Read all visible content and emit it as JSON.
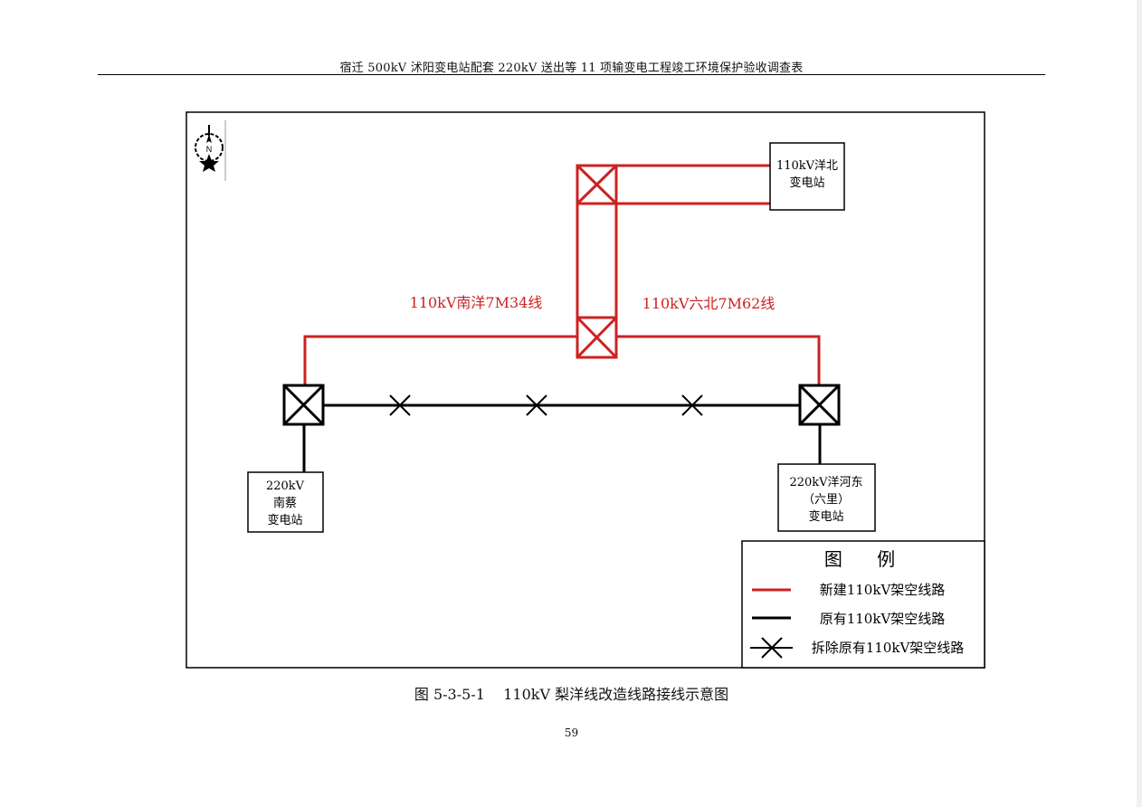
{
  "page": {
    "header": "宿迁 500kV 沭阳变电站配套 220kV 送出等 11 项输变电工程竣工环境保护验收调查表",
    "caption": "图 5-3-5-1    110kV 梨洋线改造线路接线示意图",
    "page_number": "59"
  },
  "diagram": {
    "compass_letter": "N",
    "stations": {
      "yangbei": [
        "110kV洋北",
        "变电站"
      ],
      "nancai": [
        "220kV",
        "南蔡",
        "变电站"
      ],
      "yanghedong": [
        "220kV洋河东",
        "（六里）",
        "变电站"
      ]
    },
    "line_labels": {
      "nanyang": "110kV南洋7M34线",
      "liubei": "110kV六北7M62线"
    },
    "legend": {
      "title": "图      例",
      "items": [
        {
          "key": "new",
          "label": "新建110kV架空线路",
          "color": "#cc2222"
        },
        {
          "key": "existing",
          "label": "原有110kV架空线路",
          "color": "#000000"
        },
        {
          "key": "removed",
          "label": "拆除原有110kV架空线路",
          "color": "#000000"
        }
      ]
    },
    "colors": {
      "new_line": "#cc2222",
      "existing_line": "#000000"
    }
  }
}
